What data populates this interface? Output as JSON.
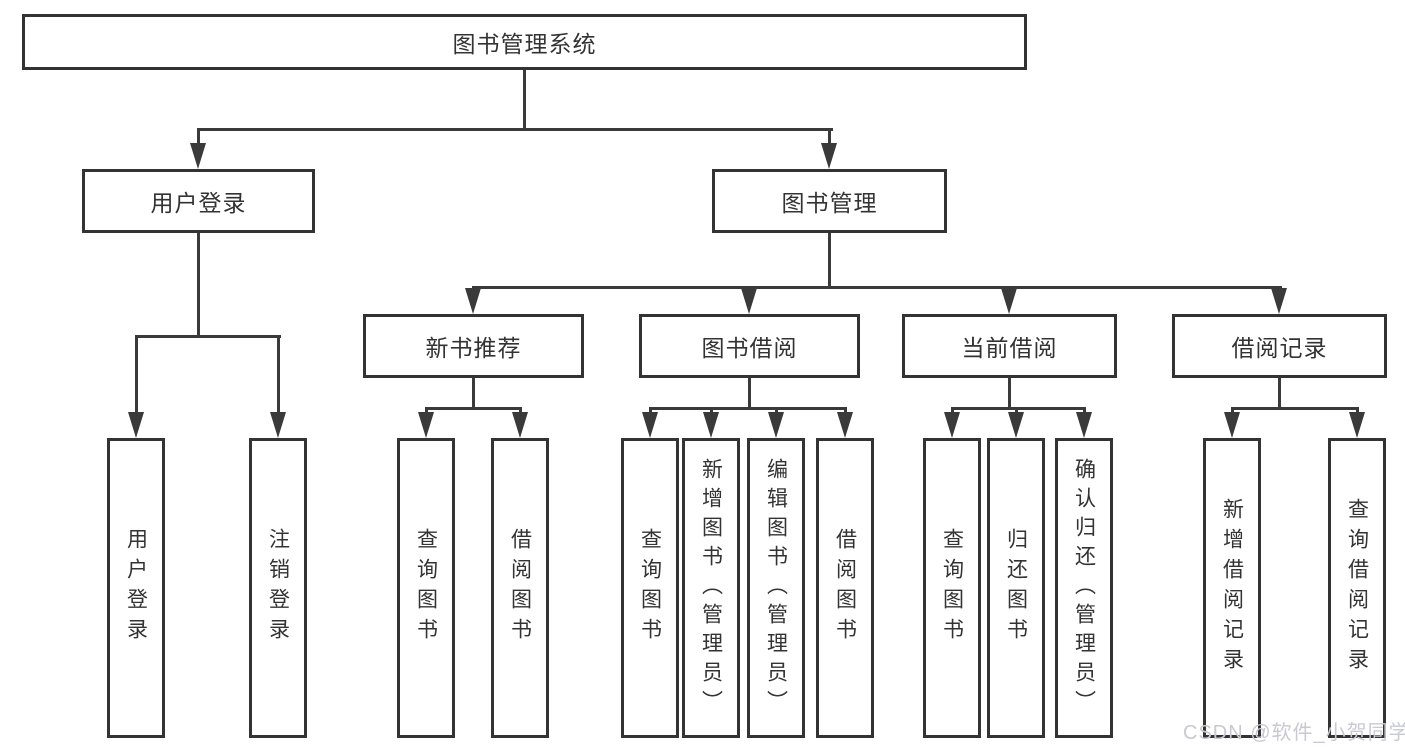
{
  "diagram": {
    "root": {
      "label": "图书管理系统"
    },
    "level2": [
      {
        "label": "用户登录"
      },
      {
        "label": "图书管理"
      }
    ],
    "level3": [
      {
        "label": "新书推荐"
      },
      {
        "label": "图书借阅"
      },
      {
        "label": "当前借阅"
      },
      {
        "label": "借阅记录"
      }
    ],
    "leaves": [
      {
        "label": "用户登录"
      },
      {
        "label": "注销登录"
      },
      {
        "label": "查询图书"
      },
      {
        "label": "借阅图书"
      },
      {
        "label": "查询图书"
      },
      {
        "label": "新增图书（管理员）"
      },
      {
        "label": "编辑图书（管理员）"
      },
      {
        "label": "借阅图书"
      },
      {
        "label": "查询图书"
      },
      {
        "label": "归还图书"
      },
      {
        "label": "确认归还（管理员）"
      },
      {
        "label": "新增借阅记录"
      },
      {
        "label": "查询借阅记录"
      }
    ]
  },
  "watermark": "CSDN @软件_小贺同学",
  "colors": {
    "line": "#3a3a3a",
    "box_border": "#333333",
    "text": "#333333",
    "watermark": "#c9c9d2",
    "background": "#ffffff"
  }
}
